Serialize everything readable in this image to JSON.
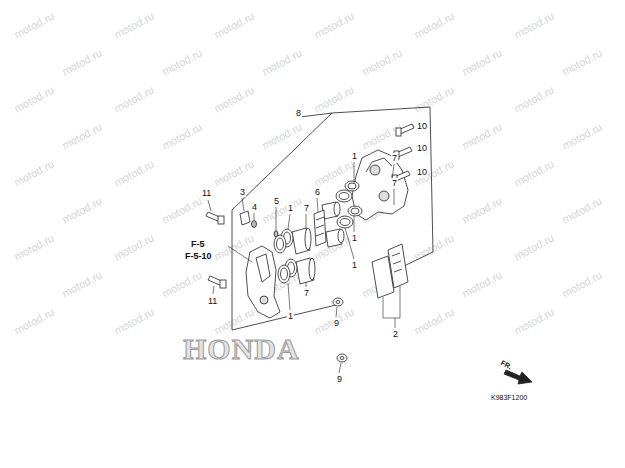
{
  "diagram": {
    "labels": [
      "8",
      "10",
      "10",
      "10",
      "1",
      "7",
      "7",
      "1",
      "1",
      "11",
      "3",
      "4",
      "5",
      "6",
      "7",
      "1",
      "7",
      "1",
      "11",
      "9",
      "9",
      "2",
      "F-5",
      "F-5-10",
      "FR.",
      "K983F1200",
      "HONDA",
      "motod.ru",
      "motod.ru",
      "motod.ru",
      "motod.ru",
      "motod.ru",
      "motod.ru",
      "motod.ru",
      "motod.ru",
      "motod.ru",
      "motod.ru",
      "motod.ru",
      "motod.ru",
      "motod.ru",
      "motod.ru",
      "motod.ru",
      "motod.ru",
      "motod.ru",
      "motod.ru",
      "motod.ru",
      "motod.ru",
      "motod.ru",
      "motod.ru",
      "motod.ru",
      "motod.ru",
      "motod.ru",
      "motod.ru",
      "motod.ru",
      "motod.ru",
      "motod.ru",
      "motod.ru",
      "motod.ru",
      "motod.ru",
      "motod.ru",
      "motod.ru",
      "motod.ru",
      "motod.ru",
      "motod.ru",
      "motod.ru",
      "motod.ru",
      "motod.ru",
      "motod.ru",
      "motod.ru",
      "motod.ru",
      "motod.ru",
      "motod.ru",
      "motod.ru",
      "motod.ru",
      "motod.ru",
      "motod.ru",
      "motod.ru",
      "motod.ru",
      "motod.ru",
      "motod.ru",
      "motod.ru"
    ]
  }
}
